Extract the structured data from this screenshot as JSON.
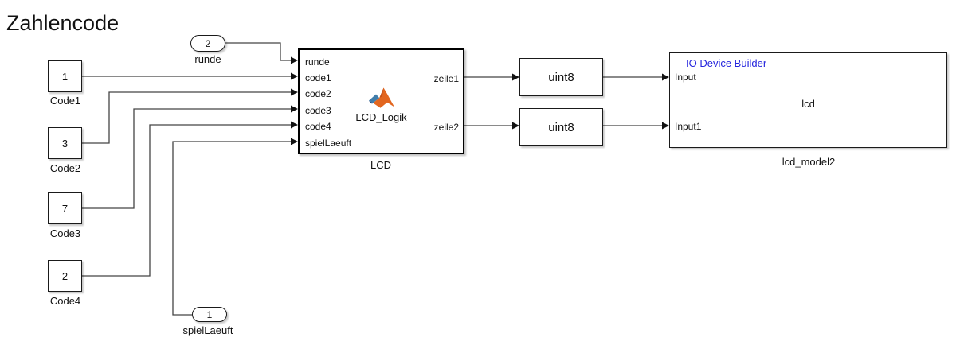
{
  "title": "Zahlencode",
  "constants": [
    {
      "value": "1",
      "label": "Code1"
    },
    {
      "value": "3",
      "label": "Code2"
    },
    {
      "value": "7",
      "label": "Code3"
    },
    {
      "value": "2",
      "label": "Code4"
    }
  ],
  "inports": [
    {
      "value": "2",
      "label": "runde"
    },
    {
      "value": "1",
      "label": "spielLaeuft"
    }
  ],
  "lcd_block": {
    "label": "LCD",
    "function_name": "LCD_Logik",
    "icon": "matlab-membrane-icon",
    "inputs": [
      "runde",
      "code1",
      "code2",
      "code3",
      "code4",
      "spielLaeuft"
    ],
    "outputs": [
      "zeile1",
      "zeile2"
    ]
  },
  "convert_blocks": [
    {
      "label": "uint8"
    },
    {
      "label": "uint8"
    }
  ],
  "io_block": {
    "header": "IO Device Builder",
    "header_color": "#2525dd",
    "name": "lcd",
    "inputs": [
      "Input",
      "Input1"
    ],
    "label": "lcd_model2"
  },
  "colors": {
    "wire": "#444444",
    "block_border": "#1a1a1a",
    "io_header_blue": "#2525dd",
    "matlab_orange": "#e2661f",
    "matlab_teal": "#3f7dab"
  }
}
